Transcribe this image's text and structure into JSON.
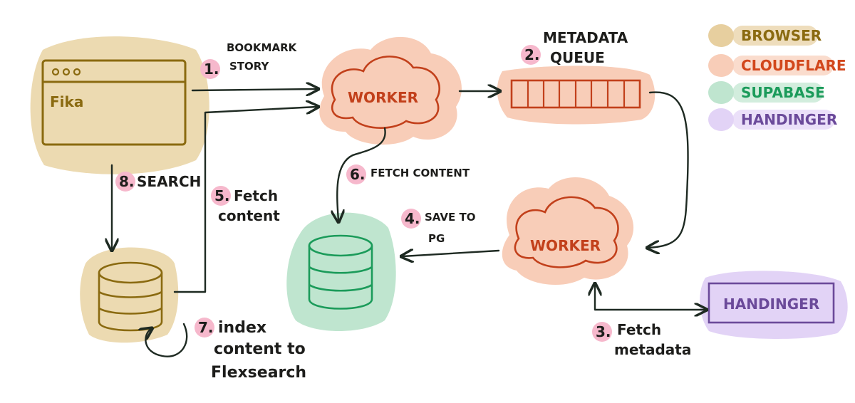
{
  "legend": [
    {
      "label": "BROWSER",
      "color": "#e7cf9f",
      "text_color": "#8a6a10"
    },
    {
      "label": "CLOUDFLARE",
      "color": "#f8cdb8",
      "text_color": "#d2471c"
    },
    {
      "label": "SUPABASE",
      "color": "#bfe5cf",
      "text_color": "#1b9b5a"
    },
    {
      "label": "HANDINGER",
      "color": "#e2d3f6",
      "text_color": "#6b4a9a"
    }
  ],
  "browser": {
    "title": "Fika"
  },
  "worker_top": {
    "label": "WORKER"
  },
  "worker_bottom": {
    "label": "WORKER"
  },
  "queue": {
    "label_line1": "METADATA",
    "label_line2": "QUEUE",
    "number": "2."
  },
  "handinger": {
    "label": "HANDINGER"
  },
  "steps": {
    "s1": {
      "number": "1.",
      "line1": "BOOKMARK",
      "line2": "STORY"
    },
    "s3": {
      "number": "3.",
      "line1": "Fetch",
      "line2": "metadata"
    },
    "s4": {
      "number": "4.",
      "line1": "SAVE TO",
      "line2": "PG"
    },
    "s5": {
      "number": "5.",
      "line1": "Fetch",
      "line2": "content"
    },
    "s6": {
      "number": "6.",
      "line1": "FETCH CONTENT"
    },
    "s7": {
      "number": "7.",
      "line1": "index",
      "line2": "content to",
      "line3": "Flexsearch"
    },
    "s8": {
      "number": "8.",
      "line1": "SEARCH"
    }
  }
}
